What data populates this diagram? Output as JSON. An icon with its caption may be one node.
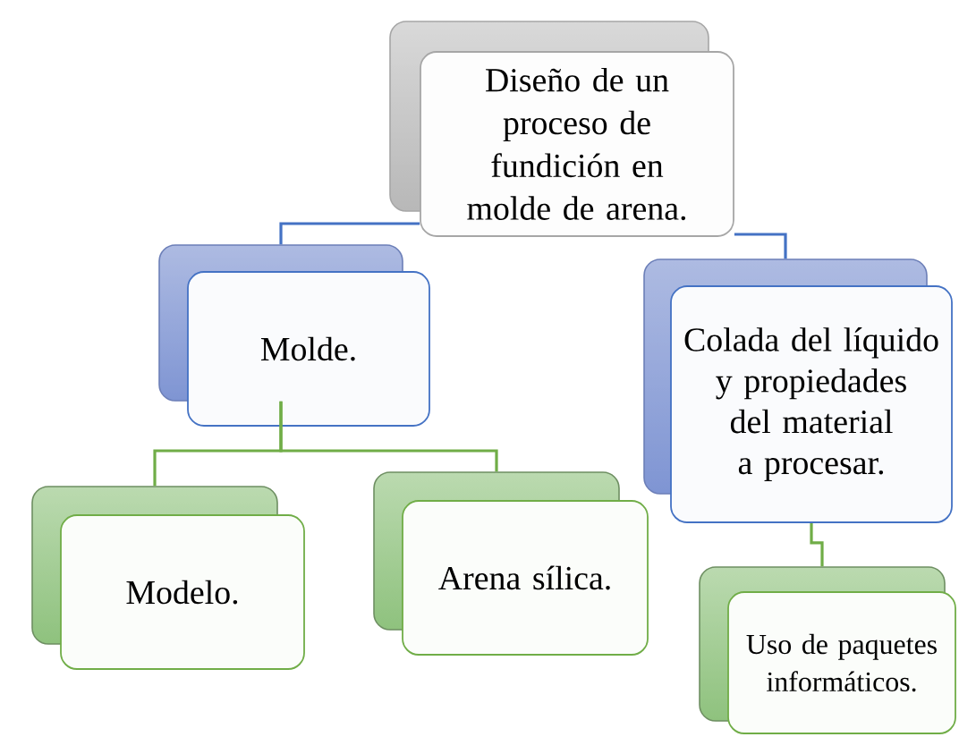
{
  "diagram": {
    "nodes": [
      {
        "text": [
          "Diseño de un proceso de fundición en molde de arena."
        ]
      },
      {
        "text": [
          "Molde."
        ]
      },
      {
        "text": [
          "Colada del líquido y propiedades del material a procesar."
        ]
      },
      {
        "text": [
          "Modelo."
        ]
      },
      {
        "text": [
          "Arena sílica."
        ]
      },
      {
        "text": [
          "Uso de paquetes informáticos."
        ]
      }
    ],
    "edges": [
      {
        "from": 0,
        "to": 1,
        "arrow": "none",
        "color": "#4472c4"
      },
      {
        "from": 0,
        "to": 2,
        "arrow": "none",
        "color": "#4472c4"
      },
      {
        "from": 1,
        "to": 3,
        "arrow": "none"
      },
      {
        "from": 1,
        "to": 4,
        "arrow": "none"
      },
      {
        "from": 2,
        "to": 5,
        "arrow": "none"
      }
    ]
  }
}
